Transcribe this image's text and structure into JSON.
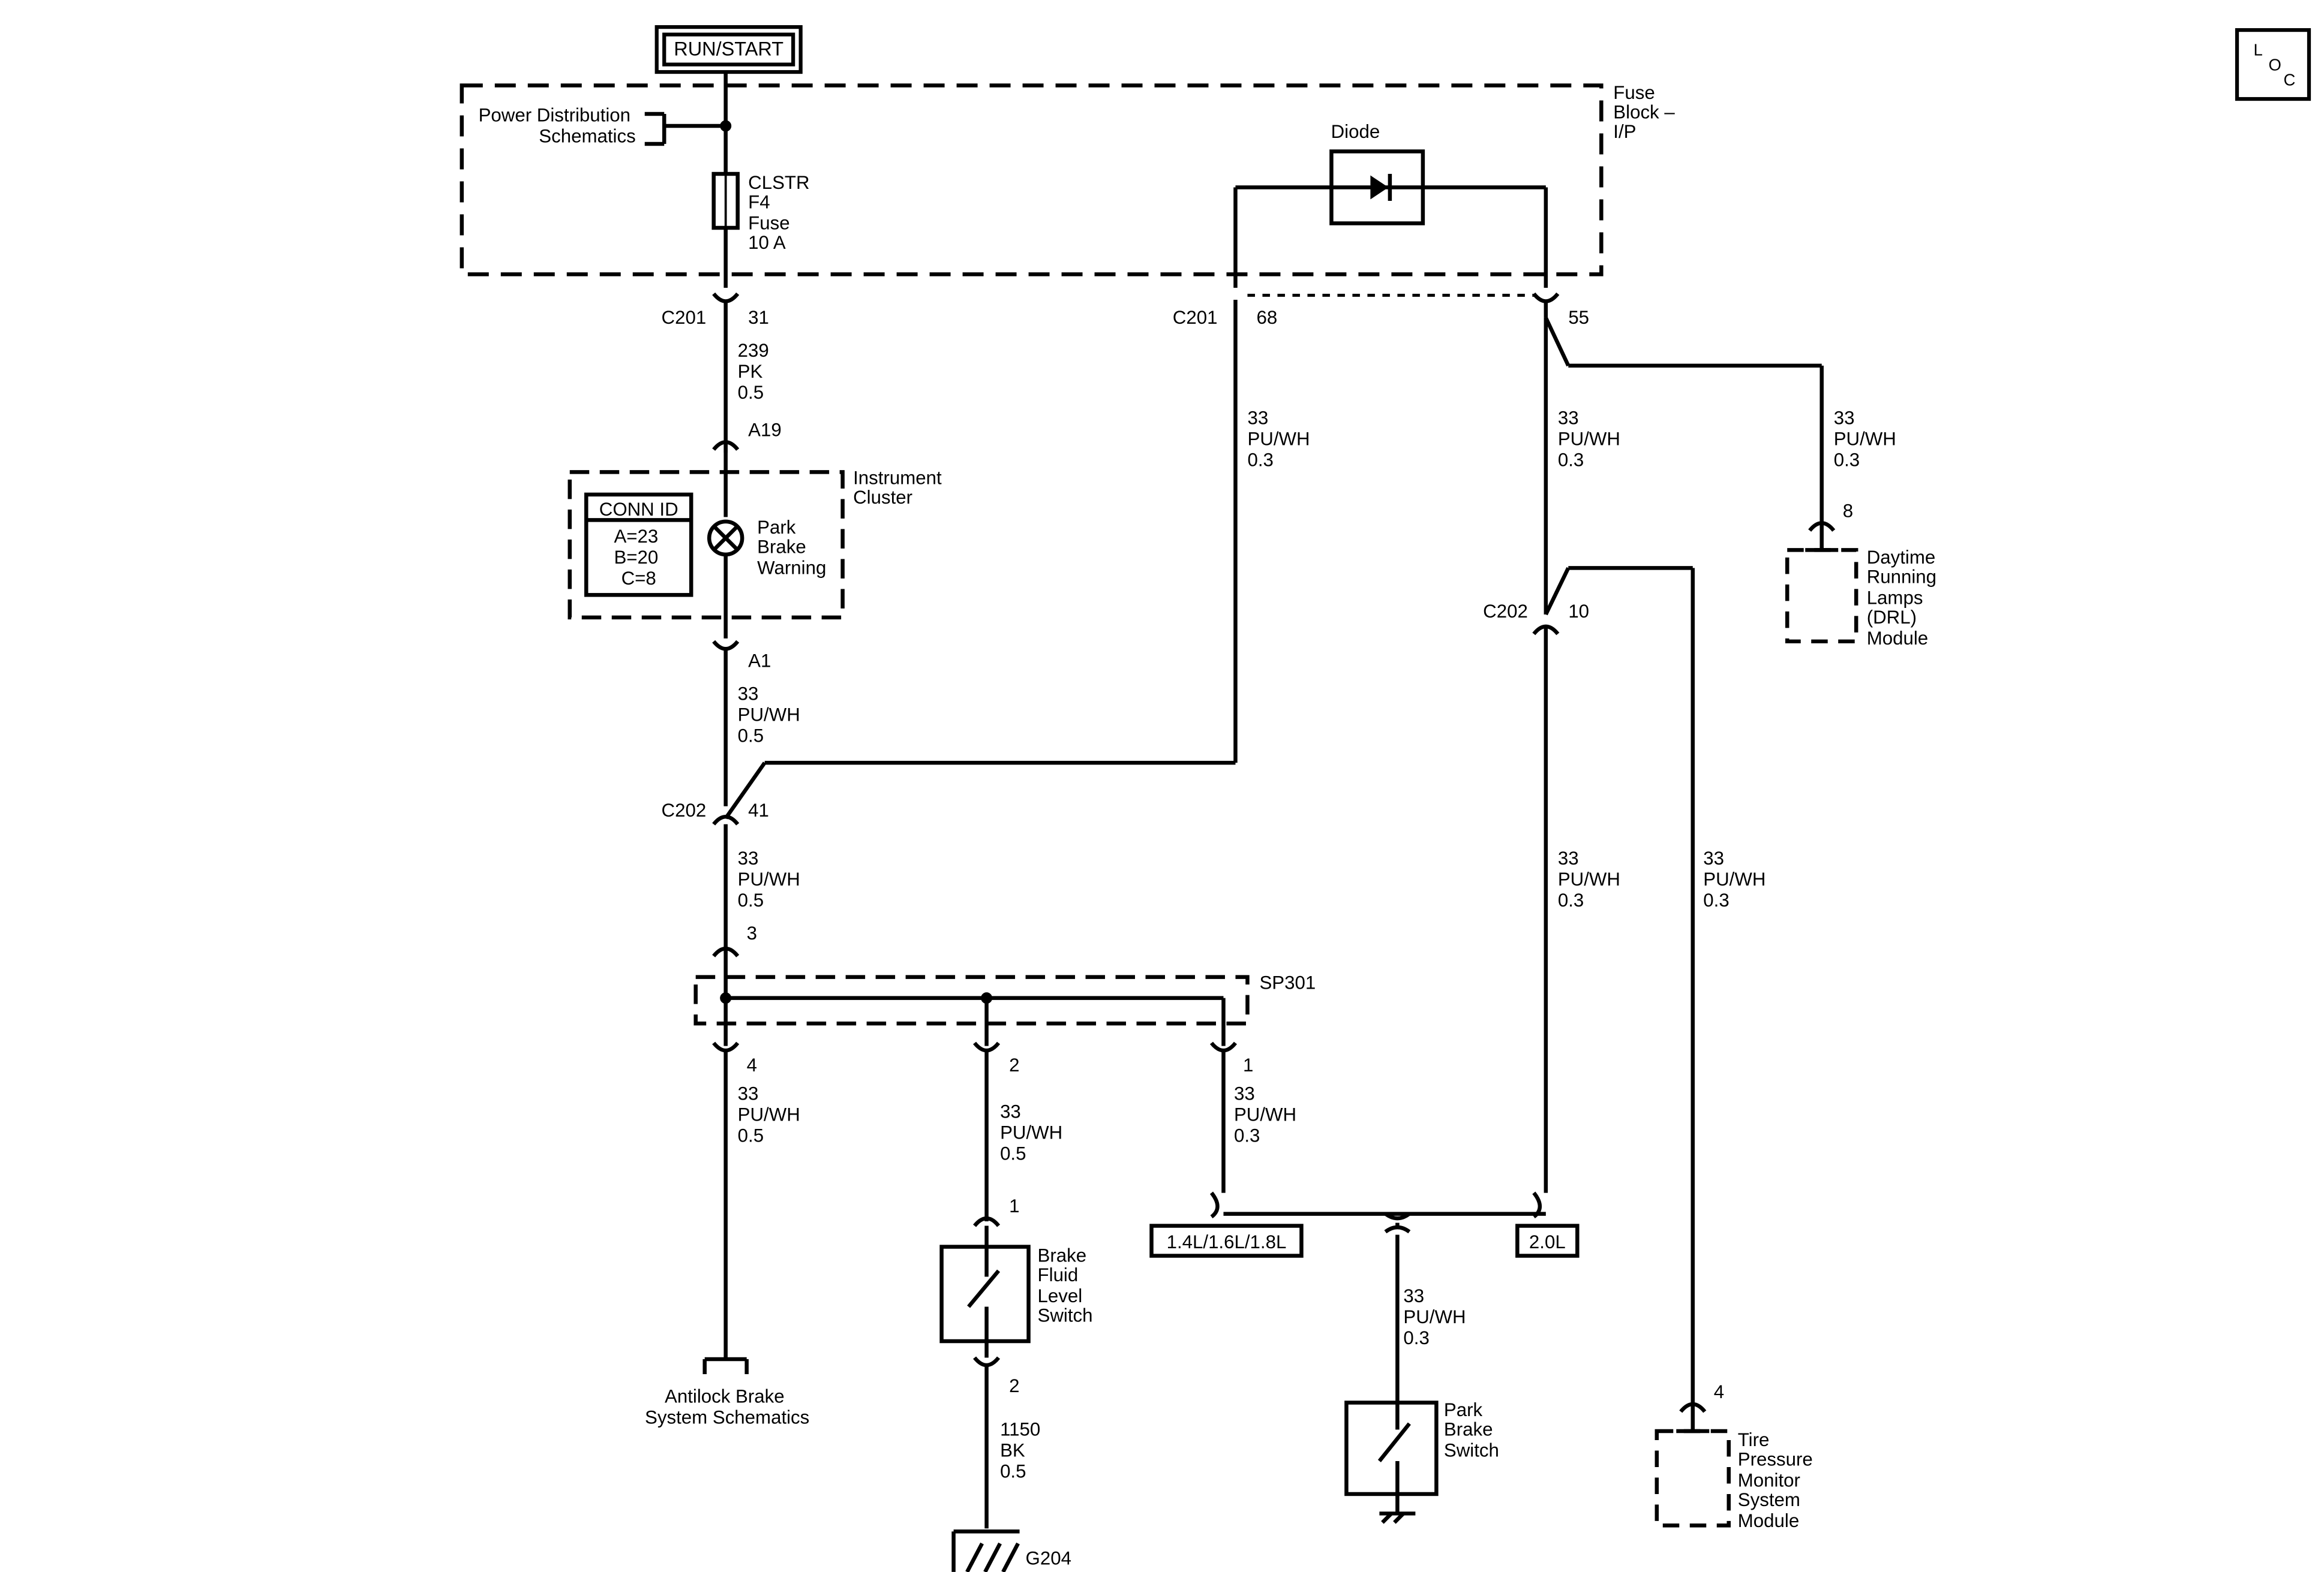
{
  "header": {
    "power_label": "RUN/START",
    "loc_letters": [
      "L",
      "O",
      "C"
    ]
  },
  "fuse_block": {
    "title_lines": [
      "Fuse",
      "Block –",
      "I/P"
    ],
    "power_distribution_lines": [
      "Power Distribution",
      "Schematics"
    ],
    "fuse_lines": [
      "CLSTR",
      "F4",
      "Fuse",
      "10 A"
    ],
    "diode_label": "Diode"
  },
  "connectors": {
    "c201_pin31_name": "C201",
    "c201_pin31_pin": "31",
    "c201_pin68_name": "C201",
    "c201_pin68_pin": "68",
    "c201_pin55_pin": "55",
    "cluster_top_pin": "A19",
    "cluster_bottom_pin": "A1",
    "c202_pin41_name": "C202",
    "c202_pin41_pin": "41",
    "c202_pin10_name": "C202",
    "c202_pin10_pin": "10",
    "sp301_in_pin": "3",
    "sp301_out_pins": [
      "4",
      "2",
      "1"
    ],
    "brake_fluid_top_pin": "1",
    "brake_fluid_bottom_pin": "2",
    "drl_pin": "8",
    "tpms_pin": "4"
  },
  "wires": {
    "w239_pk": [
      "239",
      "PK",
      "0.5"
    ],
    "w33_a1_c202": [
      "33",
      "PU/WH",
      "0.5"
    ],
    "w33_c201_68": [
      "33",
      "PU/WH",
      "0.3"
    ],
    "w33_c201_55": [
      "33",
      "PU/WH",
      "0.3"
    ],
    "w33_drl": [
      "33",
      "PU/WH",
      "0.3"
    ],
    "w33_c202_sp301": [
      "33",
      "PU/WH",
      "0.5"
    ],
    "w33_c202_10_down": [
      "33",
      "PU/WH",
      "0.3"
    ],
    "w33_tpms": [
      "33",
      "PU/WH",
      "0.3"
    ],
    "w33_abs": [
      "33",
      "PU/WH",
      "0.5"
    ],
    "w33_brake_fluid": [
      "33",
      "PU/WH",
      "0.5"
    ],
    "w33_sp301_pin1": [
      "33",
      "PU/WH",
      "0.3"
    ],
    "w33_park_brake": [
      "33",
      "PU/WH",
      "0.3"
    ],
    "w1150_bk": [
      "1150",
      "BK",
      "0.5"
    ]
  },
  "instrument_cluster": {
    "title_lines": [
      "Instrument",
      "Cluster"
    ],
    "conn_id_title": "CONN ID",
    "conn_id_rows": [
      "A=23",
      "B=20",
      "C=8"
    ],
    "lamp_lines": [
      "Park",
      "Brake",
      "Warning"
    ]
  },
  "splice": {
    "name": "SP301"
  },
  "options": {
    "left": "1.4L/1.6L/1.8L",
    "right": "2.0L"
  },
  "components": {
    "abs_lines": [
      "Antilock Brake",
      "System Schematics"
    ],
    "brake_fluid_lines": [
      "Brake",
      "Fluid",
      "Level",
      "Switch"
    ],
    "park_brake_lines": [
      "Park",
      "Brake",
      "Switch"
    ],
    "drl_lines": [
      "Daytime",
      "Running",
      "Lamps",
      "(DRL)",
      "Module"
    ],
    "tpms_lines": [
      "Tire",
      "Pressure",
      "Monitor",
      "System",
      "Module"
    ],
    "ground_label": "G204"
  }
}
